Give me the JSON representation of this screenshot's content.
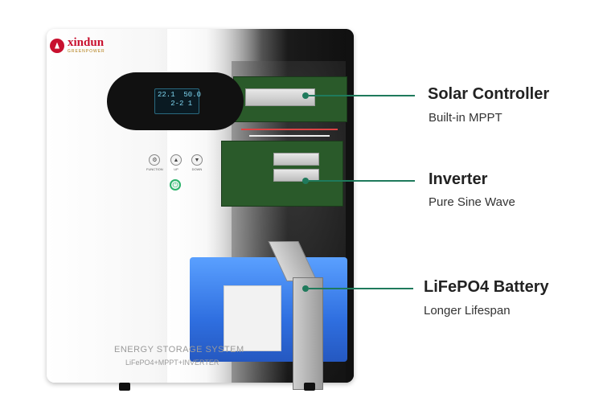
{
  "brand": {
    "name": "xindun",
    "sub": "GREENPOWER"
  },
  "display": {
    "readout": "22.1  50.0\n   2-2 1"
  },
  "buttons": [
    {
      "glyph": "⚙",
      "label": "FUNCTION"
    },
    {
      "glyph": "▲",
      "label": "UP"
    },
    {
      "glyph": "▼",
      "label": "DOWN"
    }
  ],
  "cabinet_caption": {
    "line1": "ENERGY STORAGE SYSTEM",
    "line2": "LiFePO4+MPPT+INVERTER"
  },
  "callouts": [
    {
      "title": "Solar Controller",
      "subtitle": "Built-in MPPT"
    },
    {
      "title": "Inverter",
      "subtitle": "Pure Sine Wave"
    },
    {
      "title": "LiFePO4 Battery",
      "subtitle": "Longer Lifespan"
    }
  ],
  "colors": {
    "callout": "#1f7a5c",
    "brand": "#c8102e",
    "battery": "#2f6fe0"
  }
}
